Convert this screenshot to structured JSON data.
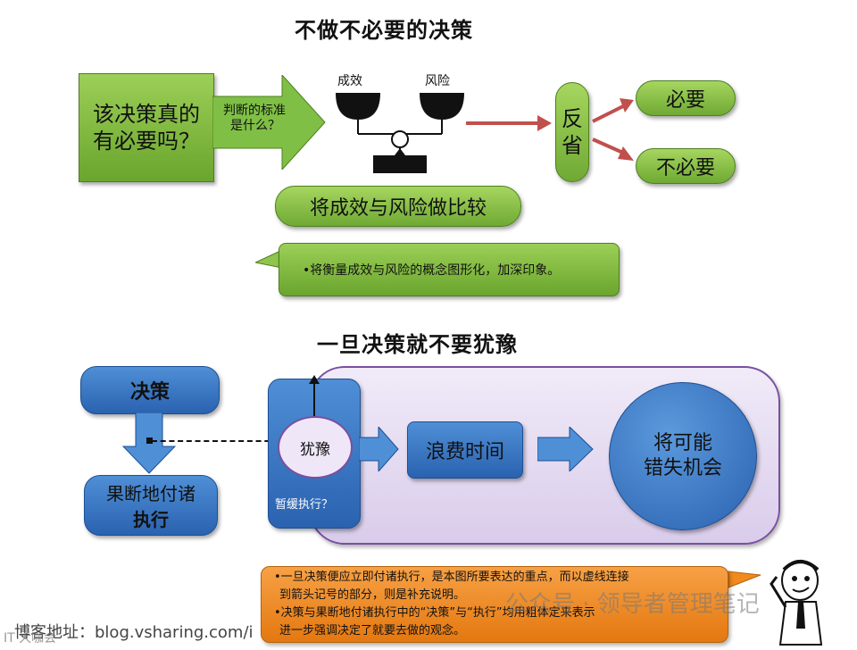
{
  "section1": {
    "title": "不做不必要的决策",
    "question_box": {
      "line1": "该决策真的",
      "line2": "有必要吗？"
    },
    "arrow_label": {
      "line1": "判断的标准",
      "line2": "是什么？"
    },
    "scale_left": "成效",
    "scale_right": "风险",
    "compare_pill": "将成效与风险做比较",
    "reflect": {
      "char1": "反",
      "char2": "省"
    },
    "outcome_yes": "必要",
    "outcome_no": "不必要",
    "note": "•将衡量成效与风险的概念图形化，加深印象。"
  },
  "section2": {
    "title": "一旦决策就不要犹豫",
    "decision": "决策",
    "execute": {
      "line1": "果断地付诸",
      "line2": "执行"
    },
    "hesitate": "犹豫",
    "postpone": "暂缓执行？",
    "waste_time": "浪费时间",
    "miss_chance": {
      "line1": "将可能",
      "line2": "错失机会"
    }
  },
  "callout": {
    "line1": "•一旦决策便应立即付诸执行，是本图所要表达的重点，而以虚线连接",
    "line2": "到箭头记号的部分，则是补充说明。",
    "line3": "•决策与果断地付诸执行中的“决策”与“执行”均用粗体定来表示",
    "line4": "进一步强调决定了就要去做的观念。"
  },
  "footer": {
    "blog": "博客地址：blog.vsharing.com/i",
    "watermark": "公众号 · 领导者管理笔记",
    "corner": "IT 大咖会"
  },
  "colors": {
    "green": "#7ab640",
    "blue": "#2f6fbf",
    "purple_panel": "#e6dcf3",
    "red_arrow": "#c0504d",
    "orange": "#f08a1c"
  }
}
